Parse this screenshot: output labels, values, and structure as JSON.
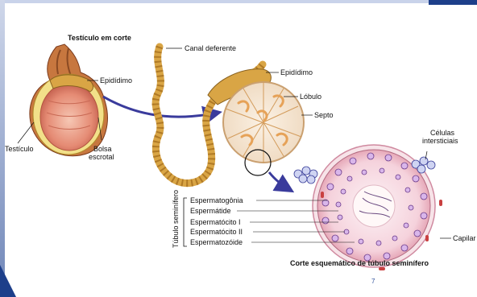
{
  "labels": {
    "testis_title": "Testículo em corte",
    "epididimo_left": "Epidídimo",
    "testiculo": "Testículo",
    "bolsa_escrotal_1": "Bolsa",
    "bolsa_escrotal_2": "escrotal",
    "canal_deferente": "Canal deferente",
    "epididimo_right": "Epidídimo",
    "lobulo": "Lóbulo",
    "septo": "Septo",
    "celulas_1": "Células",
    "celulas_2": "intersticiais",
    "tubulo_seminifero_vertical": "Túbulo seminífero",
    "espermatogonia": "Espermatogônia",
    "espermatide": "Espermátide",
    "espermatocito_1": "Espermatócito I",
    "espermatocito_2": "Espermatócito II",
    "espermatozoide": "Espermatozóide",
    "capilar": "Capilar",
    "section_caption": "Corte esquemático de túbulo seminífero"
  },
  "page_number": "7",
  "colors": {
    "arrow": "#3a3b9c",
    "tissue_orange": "#e6a258",
    "testis_pink": "#e89a84",
    "epididymis_gold": "#d9a545",
    "capsule_yellow": "#f2e089",
    "frame_blue": "#1d3f8a"
  }
}
